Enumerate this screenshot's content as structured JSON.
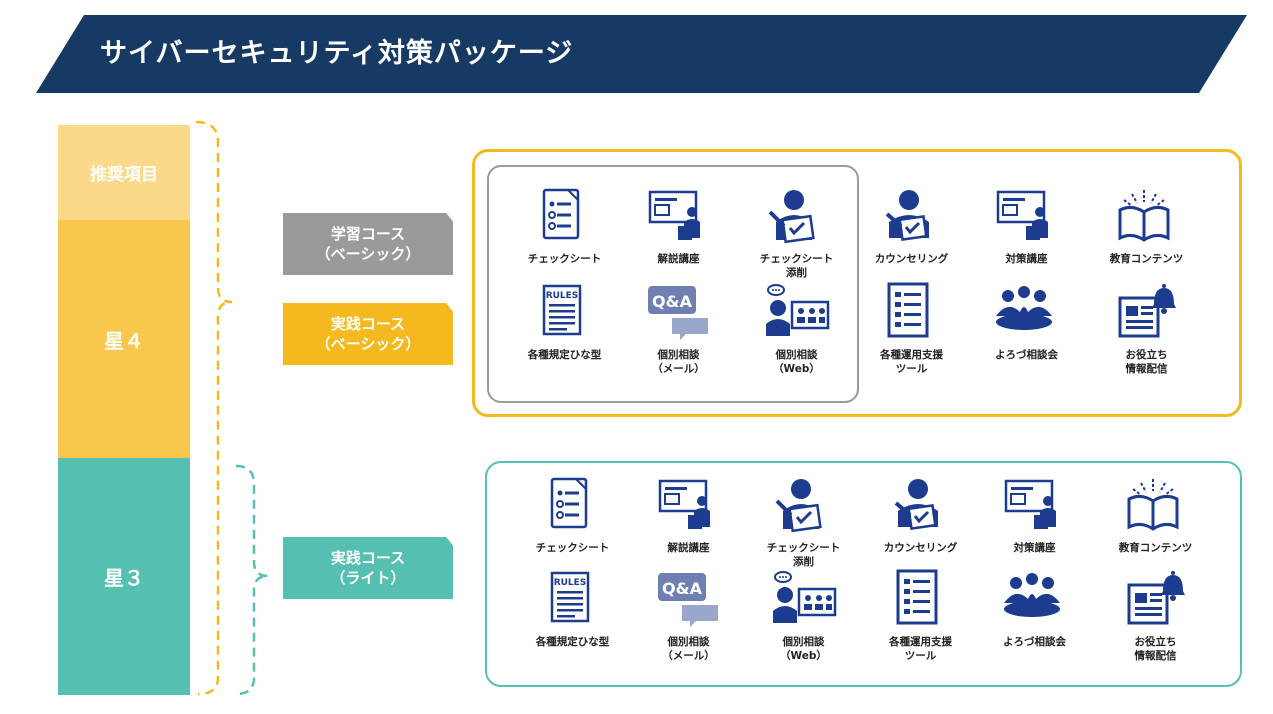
{
  "title": "サイバーセキュリティ対策パッケージ",
  "colors": {
    "navy": "#163a64",
    "icon": "#1d3c8f",
    "gold": "#f8c74c",
    "gold_light": "#fbd98a",
    "gold_border": "#f5b920",
    "teal": "#55bfb1",
    "gray": "#9a9a9a"
  },
  "sidebar": {
    "recommended": "推奨項目",
    "star4": "星４",
    "star3": "星３"
  },
  "courses": {
    "learning": [
      "学習コース",
      "（ベーシック）"
    ],
    "practice_basic": [
      "実践コース",
      "（ベーシック）"
    ],
    "practice_lite": [
      "実践コース",
      "（ライト）"
    ]
  },
  "star4_items": [
    {
      "icon": "checklist-icon",
      "label": "チェックシート",
      "label2": ""
    },
    {
      "icon": "lecture-icon",
      "label": "解説講座",
      "label2": ""
    },
    {
      "icon": "checksheet-review-icon",
      "label": "チェックシート",
      "label2": "添削"
    },
    {
      "icon": "counseling-icon",
      "label": "カウンセリング",
      "label2": ""
    },
    {
      "icon": "lecture-icon",
      "label": "対策講座",
      "label2": ""
    },
    {
      "icon": "book-icon",
      "label": "教育コンテンツ",
      "label2": ""
    },
    {
      "icon": "rules-document-icon",
      "label": "各種規定ひな型",
      "label2": ""
    },
    {
      "icon": "qa-icon",
      "label": "個別相談",
      "label2": "（メール）"
    },
    {
      "icon": "web-consult-icon",
      "label": "個別相談",
      "label2": "（Web）"
    },
    {
      "icon": "tool-list-icon",
      "label": "各種運用支援",
      "label2": "ツール"
    },
    {
      "icon": "group-meeting-icon",
      "label": "よろづ相談会",
      "label2": ""
    },
    {
      "icon": "news-alert-icon",
      "label": "お役立ち",
      "label2": "情報配信"
    }
  ],
  "star3_items": [
    {
      "icon": "checklist-icon",
      "label": "チェックシート",
      "label2": ""
    },
    {
      "icon": "lecture-icon",
      "label": "解説講座",
      "label2": ""
    },
    {
      "icon": "checksheet-review-icon",
      "label": "チェックシート",
      "label2": "添削"
    },
    {
      "icon": "counseling-icon",
      "label": "カウンセリング",
      "label2": ""
    },
    {
      "icon": "lecture-icon",
      "label": "対策講座",
      "label2": ""
    },
    {
      "icon": "book-icon",
      "label": "教育コンテンツ",
      "label2": ""
    },
    {
      "icon": "rules-document-icon",
      "label": "各種規定ひな型",
      "label2": ""
    },
    {
      "icon": "qa-icon",
      "label": "個別相談",
      "label2": "（メール）"
    },
    {
      "icon": "web-consult-icon",
      "label": "個別相談",
      "label2": "（Web）"
    },
    {
      "icon": "tool-list-icon",
      "label": "各種運用支援",
      "label2": "ツール"
    },
    {
      "icon": "group-meeting-icon",
      "label": "よろづ相談会",
      "label2": ""
    },
    {
      "icon": "news-alert-icon",
      "label": "お役立ち",
      "label2": "情報配信"
    }
  ],
  "icon_text": {
    "rules": "RULES",
    "qa": "Q&A"
  }
}
